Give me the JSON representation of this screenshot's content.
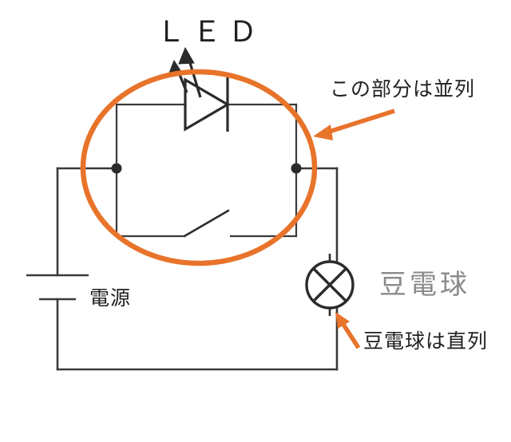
{
  "diagram": {
    "title": "LED and bulb parallel-series circuit diagram",
    "colors": {
      "wire": "#3a3a3a",
      "annotation_orange": "#e8732a",
      "text_dark": "#231f20",
      "text_gray": "#8a8a8a",
      "background": "#ffffff"
    },
    "labels": {
      "led": "ＬＥＤ",
      "parallel_note": "この部分は並列",
      "power_source": "電源",
      "bulb": "豆電球",
      "series_note": "豆電球は直列"
    },
    "components": [
      {
        "name": "led",
        "type": "light-emitting-diode",
        "label": "ＬＥＤ"
      },
      {
        "name": "switch",
        "type": "open-switch",
        "label": ""
      },
      {
        "name": "battery",
        "type": "dc-power-source",
        "label": "電源"
      },
      {
        "name": "lamp",
        "type": "incandescent-bulb",
        "label": "豆電球"
      },
      {
        "name": "junction-left",
        "type": "node",
        "label": ""
      },
      {
        "name": "junction-right",
        "type": "node",
        "label": ""
      }
    ],
    "annotations": [
      {
        "name": "parallel-highlight",
        "shape": "ellipse",
        "text": "この部分は並列"
      },
      {
        "name": "series-callout",
        "shape": "arrow",
        "text": "豆電球は直列"
      }
    ]
  }
}
